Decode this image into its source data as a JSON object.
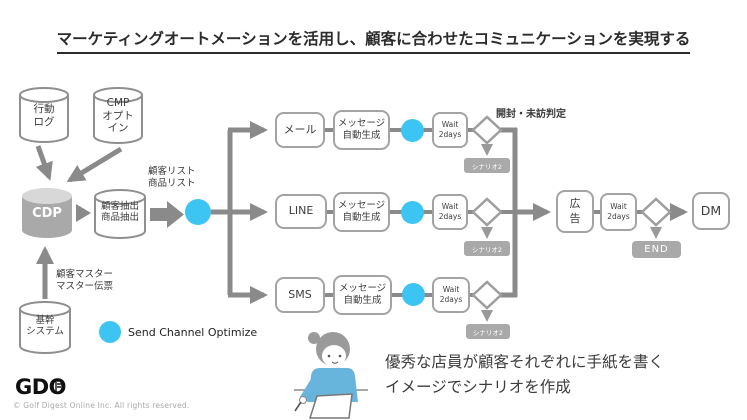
{
  "title": "マーケティングオートメーションを活用し、顧客に合わせたコミュニケーションを実現する",
  "colors": {
    "accent_blue": "#3cc4f2",
    "line_gray": "#8a8a8a",
    "gray_fill": "#a9a9a9"
  },
  "datastores": {
    "behavior_log": {
      "line1": "行動",
      "line2": "ログ"
    },
    "cmp_optin": {
      "line1": "CMP",
      "line2": "オプト",
      "line3": "イン"
    },
    "cdp": {
      "label": "CDP"
    },
    "extract": {
      "line1": "顧客抽出",
      "line2": "商品抽出"
    },
    "core_system": {
      "line1": "基幹",
      "line2": "システム"
    }
  },
  "labels": {
    "list_output": {
      "line1": "顧客リスト",
      "line2": "商品リスト"
    },
    "master_input": {
      "line1": "顧客マスター",
      "line2": "マスター伝票"
    },
    "open_visit_judge": "開封・未訪判定"
  },
  "channels": [
    {
      "name": "メール",
      "generate_line1": "メッセージ",
      "generate_line2": "自動生成",
      "wait_line1": "Wait",
      "wait_line2": "2days",
      "scenario": "シナリオ2"
    },
    {
      "name": "LINE",
      "generate_line1": "メッセージ",
      "generate_line2": "自動生成",
      "wait_line1": "Wait",
      "wait_line2": "2days",
      "scenario": "シナリオ2"
    },
    {
      "name": "SMS",
      "generate_line1": "メッセージ",
      "generate_line2": "自動生成",
      "wait_line1": "Wait",
      "wait_line2": "2days",
      "scenario": "シナリオ2"
    }
  ],
  "downstream": {
    "ad_line1": "広",
    "ad_line2": "告",
    "wait_line1": "Wait",
    "wait_line2": "2days",
    "end_label": "END",
    "dm_label": "DM"
  },
  "legend": {
    "label": "Send Channel Optimize"
  },
  "caption": {
    "line1": "優秀な店員が顧客それぞれに手紙を書く",
    "line2": "イメージでシナリオを作成"
  },
  "footer": {
    "logo": "GDO",
    "copyright": "© Golf Digest Online Inc.  All rights reserved."
  }
}
